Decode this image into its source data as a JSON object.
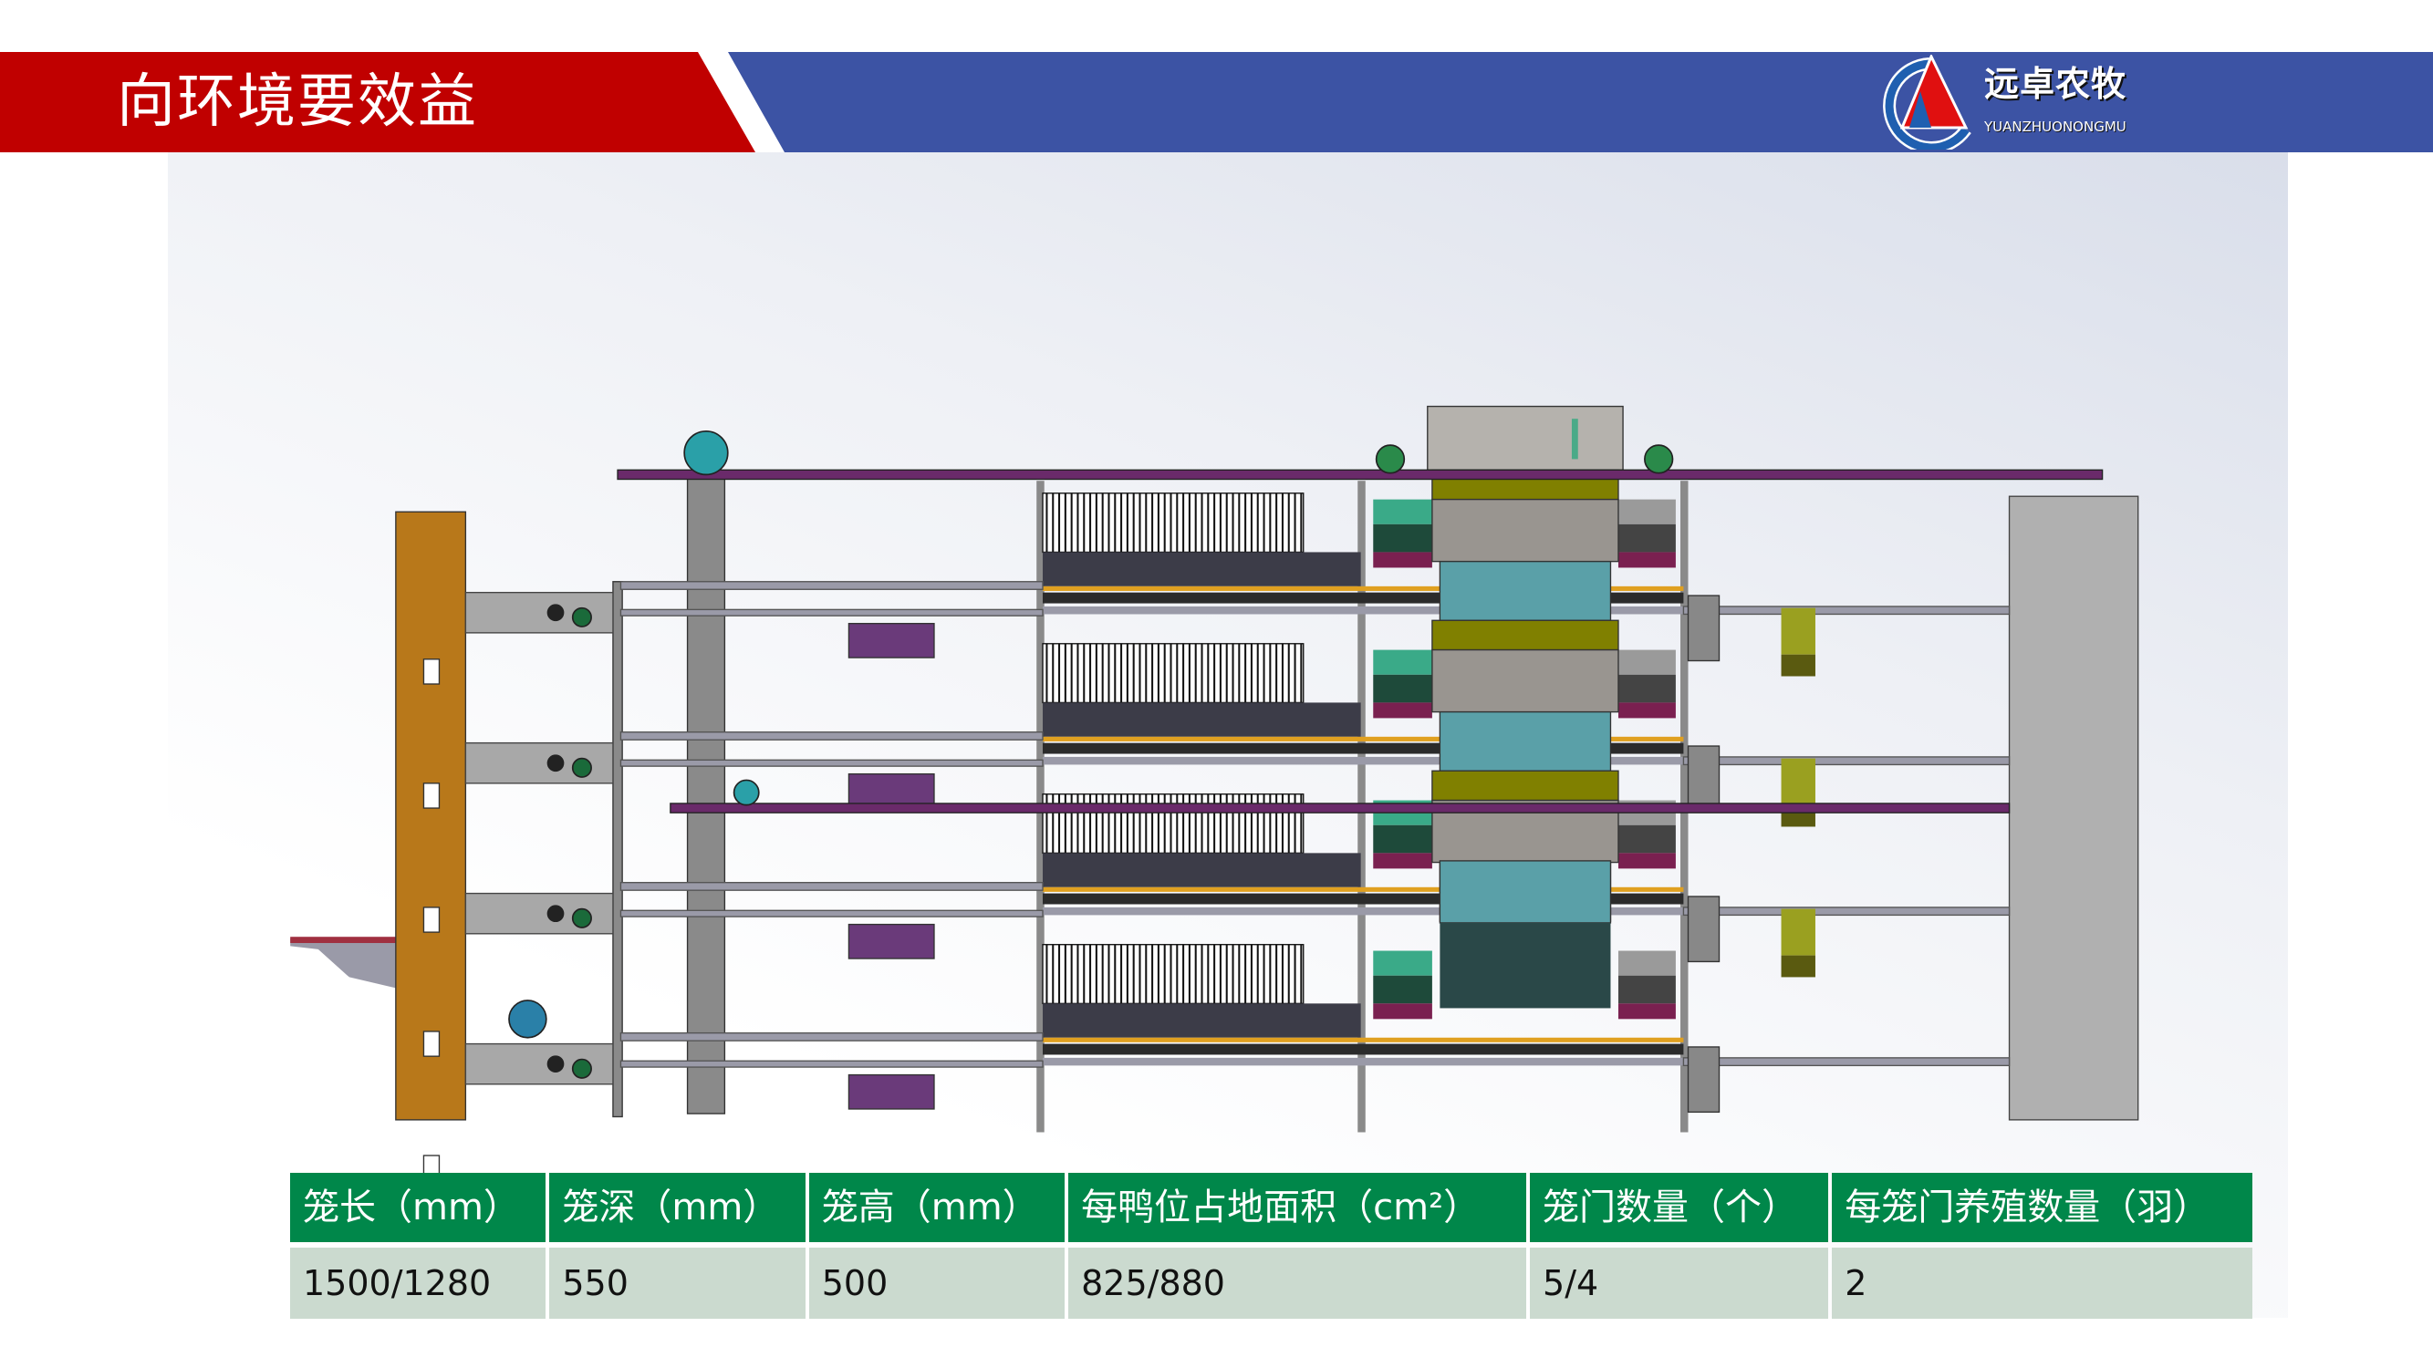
{
  "header": {
    "title": "向环境要效益",
    "logo_cn": "远卓农牧",
    "logo_en": "YUANZHUONONGMU"
  },
  "colors": {
    "red": "#c00000",
    "blue": "#3c53a4",
    "table_header": "#00874a",
    "table_row": "#cbdacf"
  },
  "table": {
    "headers": [
      "笼长（mm）",
      "笼深（mm）",
      "笼高（mm）",
      "每鸭位占地面积（cm²）",
      "笼门数量（个）",
      "每笼门养殖数量（羽）"
    ],
    "rows": [
      [
        "1500/1280",
        "550",
        "500",
        "825/880",
        "5/4",
        "2"
      ]
    ]
  }
}
